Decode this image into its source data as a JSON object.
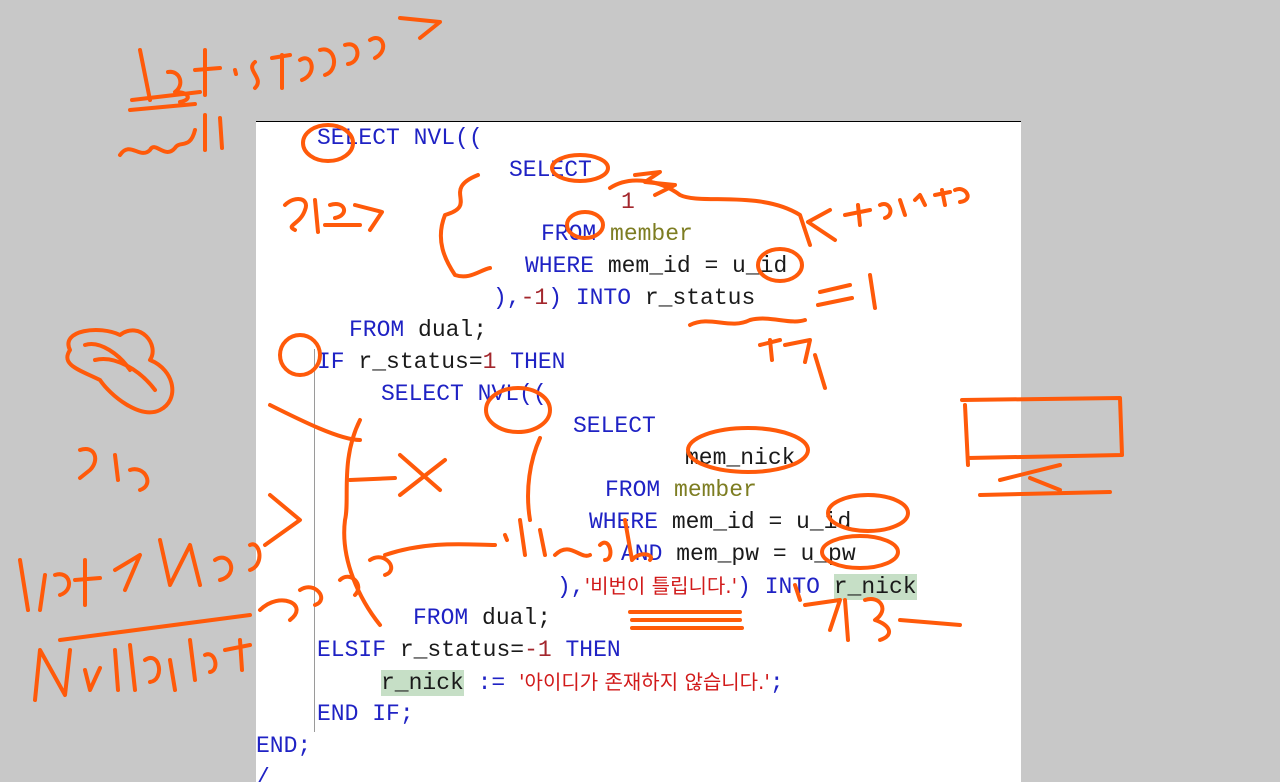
{
  "code": {
    "l1": {
      "a": "SELECT",
      "b": " NVL(("
    },
    "l2": {
      "a": "SELECT"
    },
    "l3": {
      "a": "1"
    },
    "l4": {
      "a": "FROM ",
      "b": "member"
    },
    "l5": {
      "a": "WHERE ",
      "b": "mem_id = u_id"
    },
    "l6": {
      "a": "),",
      "b": "-1",
      "c": ") ",
      "d": "INTO ",
      "e": "r_status"
    },
    "l7": {
      "a": "FROM ",
      "b": "dual;"
    },
    "l8": {
      "a": "IF ",
      "b": "r_status=",
      "c": "1",
      "d": " THEN"
    },
    "l9": {
      "a": "SELECT NVL(("
    },
    "l10": {
      "a": "SELECT"
    },
    "l11": {
      "a": "mem_nick"
    },
    "l12": {
      "a": "FROM ",
      "b": "member"
    },
    "l13": {
      "a": "WHERE ",
      "b": "mem_id = u_id"
    },
    "l14": {
      "a": "AND ",
      "b": "mem_pw = u_pw"
    },
    "l15": {
      "a": "),",
      "b": "'비번이 틀립니다.'",
      "c": ") INTO ",
      "d": "r_nick"
    },
    "l16": {
      "a": "FROM ",
      "b": "dual;"
    },
    "l17": {
      "a": "ELSIF ",
      "b": "r_status=",
      "c": "-1",
      "d": " THEN"
    },
    "l18": {
      "a": "r_nick",
      "b": " := ",
      "c": "'아이디가 존재하지 않습니다.'",
      "d": ";"
    },
    "l19": {
      "a": "END IF;"
    },
    "l20": {
      "a": "END;"
    },
    "l21": {
      "a": "/"
    }
  },
  "colors": {
    "keyword": "#1f22c4",
    "number": "#a3272d",
    "table": "#7d7d22",
    "string": "#d11a1a",
    "highlight": "#c6dfc6",
    "ink": "#ff5a0a",
    "background": "#c8c8c8"
  }
}
